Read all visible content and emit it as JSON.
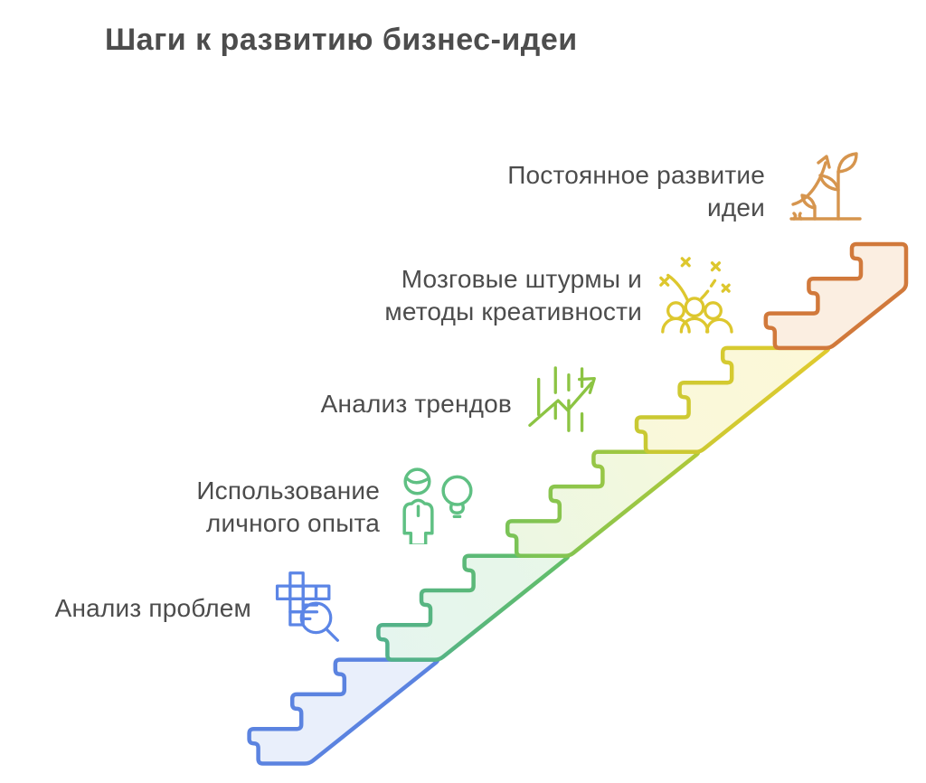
{
  "title": "Шаги к развитию бизнес-идеи",
  "text_color": "#4d4d4d",
  "background": "#ffffff",
  "steps": [
    {
      "label": "Анализ проблем",
      "icon": "problem-analysis-grid-magnifier-icon",
      "color": "#5b83e0",
      "fill": "#e9effb",
      "icon_color": "#5b85e6"
    },
    {
      "label": "Использование\nличного опыта",
      "icon": "person-lightbulb-icon",
      "color": "#50bc77",
      "fill": "#e4f6eb",
      "icon_color": "#5fc083"
    },
    {
      "label": "Анализ трендов",
      "icon": "trend-chart-arrow-icon",
      "color": "#9bc83c",
      "fill": "#f2f8dd",
      "icon_color": "#8cc443"
    },
    {
      "label": "Мозговые штурмы и\nметоды креативности",
      "icon": "brainstorm-people-sparks-icon",
      "color": "#e0ca2e",
      "fill": "#fcf8d8",
      "icon_color": "#ddc72e"
    },
    {
      "label": "Постоянное развитие\nидеи",
      "icon": "growing-plant-arrow-icon",
      "color": "#d1793b",
      "fill": "#fbeee1",
      "icon_color": "#d6954e"
    }
  ]
}
